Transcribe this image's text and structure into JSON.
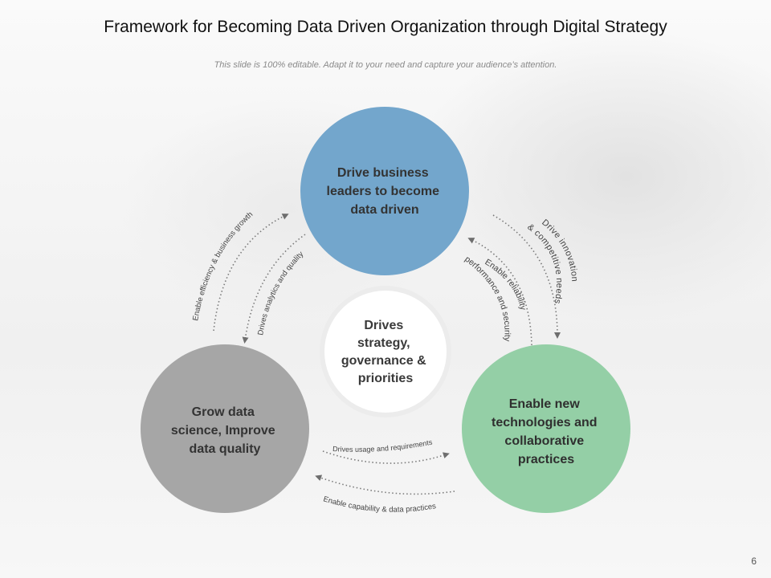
{
  "slide": {
    "title": "Framework for Becoming Data Driven Organization through Digital Strategy",
    "subtitle": "This slide is 100% editable. Adapt it to your need and capture your audience’s attention.",
    "page_number": "6"
  },
  "circles": {
    "top": {
      "lines": [
        "Drive business",
        "leaders to become",
        "data driven"
      ],
      "color": "#73a6cc"
    },
    "right": {
      "lines": [
        "Enable new",
        "technologies and",
        "collaborative",
        "practices"
      ],
      "color": "#94cfa6"
    },
    "left": {
      "lines": [
        "Grow data",
        "science, Improve",
        "data quality"
      ],
      "color": "#a6a6a6"
    },
    "center": {
      "lines": [
        "Drives",
        "strategy,",
        "governance &",
        "priorities"
      ],
      "color": "#ffffff"
    }
  },
  "arrows": {
    "left_outer": "Enable efficiency & business growth",
    "left_inner": "Drives analytics and quality",
    "right_outer_1": "Drive innovation",
    "right_outer_2": "& competitive needs",
    "right_inner_1": "Enable reliability",
    "right_inner_2": "performance and security",
    "bottom_upper": "Drives usage and requirements",
    "bottom_lower": "Enable capability & data practices"
  }
}
